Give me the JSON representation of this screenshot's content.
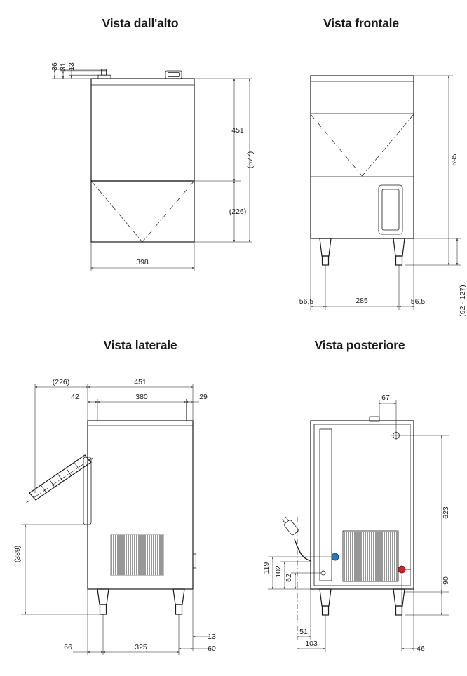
{
  "titles": {
    "top": "Vista dall'alto",
    "front": "Vista frontale",
    "side": "Vista laterale",
    "rear": "Vista posteriore"
  },
  "top_view": {
    "d36": "36",
    "d31": "31",
    "d13": "13",
    "d451": "451",
    "d677": "(677)",
    "d226": "(226)",
    "d398": "398"
  },
  "front_view": {
    "d695": "695",
    "d56l": "56,5",
    "d285": "285",
    "d56r": "56,5",
    "drange": "(92 - 127)"
  },
  "side_view": {
    "d226": "(226)",
    "d451": "451",
    "d42": "42",
    "d380": "380",
    "d29": "29",
    "d389": "(389)",
    "d66": "66",
    "d325": "325",
    "d13": "13",
    "d60": "60"
  },
  "rear_view": {
    "d67": "67",
    "d623": "623",
    "d90": "90",
    "d119": "119",
    "d102": "102",
    "d62": "62",
    "d51": "51",
    "d103": "103",
    "d46": "46"
  },
  "colors": {
    "blue_port": "#2f74b5",
    "red_port": "#c1272d"
  }
}
